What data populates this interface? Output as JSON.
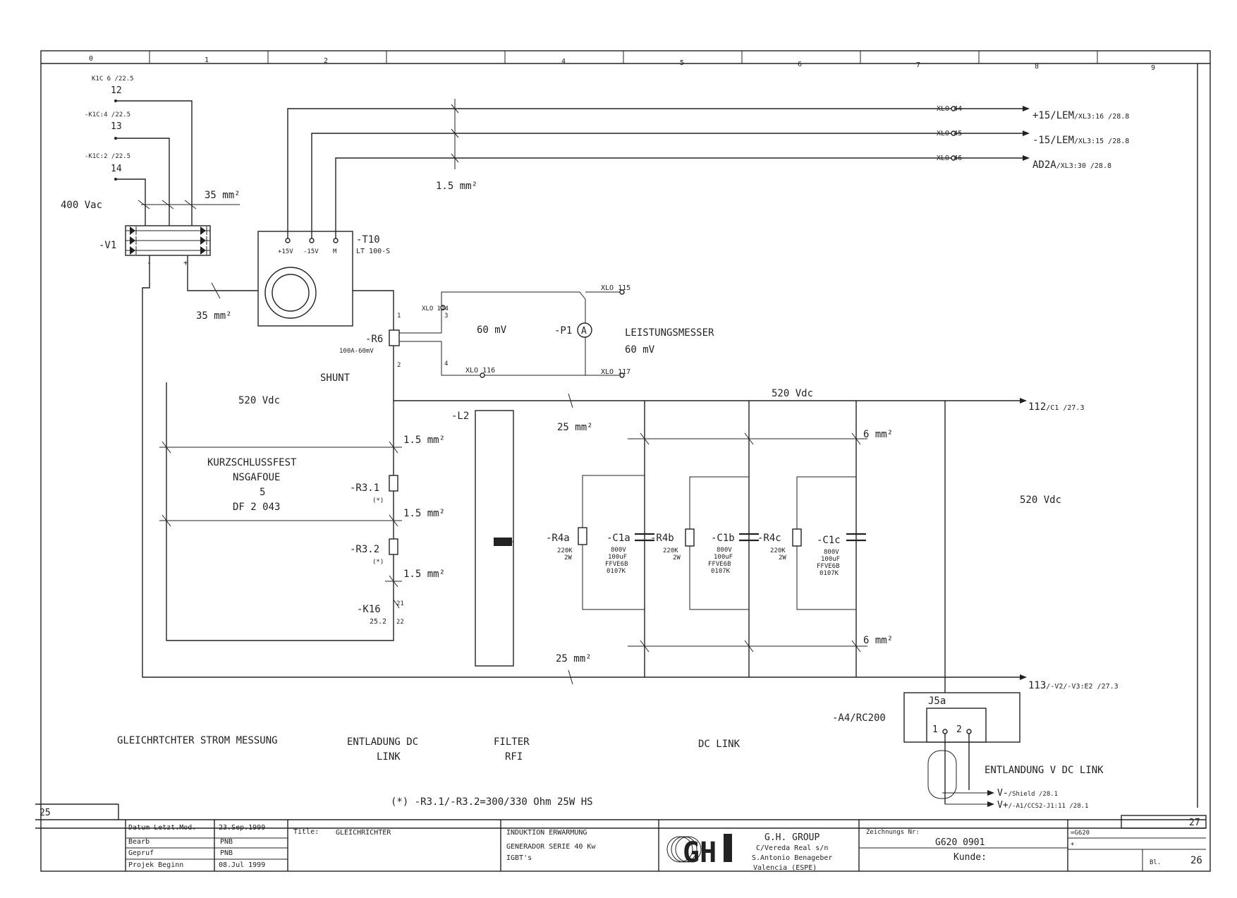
{
  "frame": {
    "columns": [
      "0",
      "1",
      "2",
      "",
      "4",
      "5",
      "6",
      "7",
      "8",
      "9"
    ],
    "row_top": "25",
    "row_bottom": "27",
    "sheet": "26",
    "bl_label": "Bl."
  },
  "inputs": {
    "k1": {
      "ref": "K1C 6 /22.5",
      "num": "12"
    },
    "k2": {
      "ref": "-K1C:4 /22.5",
      "num": "13"
    },
    "k3": {
      "ref": "-K1C:2 /22.5",
      "num": "14"
    },
    "supply": "400 Vac",
    "bridge": "-V1",
    "minus": "-",
    "plus": "+"
  },
  "lem": {
    "t10": "-T10",
    "t10_type": "LT 100-S",
    "pins": [
      "+15V",
      "-15V",
      "M"
    ],
    "size": "1.5 mm²",
    "outputs": [
      {
        "x": "XLO 44",
        "label": "+15/LEM",
        "ref": "/XL3:16 /28.8"
      },
      {
        "x": "XLO 45",
        "label": "-15/LEM",
        "ref": "/XL3:15 /28.8"
      },
      {
        "x": "XLO 46",
        "label": "AD2A",
        "ref": "/XL3:30 /28.8"
      }
    ]
  },
  "wire_sizes": {
    "a": "35 mm²",
    "b": "35 mm²",
    "c": "25 mm²",
    "d": "25 mm²",
    "e": "6 mm²",
    "f": "6 mm²",
    "g1": "1.5 mm²",
    "g2": "1.5 mm²",
    "g3": "1.5 mm²"
  },
  "shunt": {
    "r6": "-R6",
    "r6_value": "100A-60mV",
    "label": "SHUNT",
    "pin1": "1",
    "pin2": "2",
    "pin3": "3",
    "pin4": "4",
    "x114": "XLO 114",
    "x115": "XLO 115",
    "x116": "XLO 116",
    "x117": "XLO 117",
    "mv": "60 mV",
    "p1": "-P1",
    "meter_symbol": "A",
    "meter_name": "LEISTUNGSMESSER",
    "meter_mv": "60 mV"
  },
  "dc": {
    "v1": "520 Vdc",
    "v2": "520 Vdc",
    "v3": "520 Vdc",
    "out_top": "112",
    "out_top_ref": "/C1 /27.3",
    "out_bot": "113",
    "out_bot_ref": "/-V2/-V3:E2 /27.3"
  },
  "fuse_note": {
    "line1": "KURZSCHLUSSFEST",
    "line2": "NSGAFOUE",
    "line3": "5",
    "line4": "DF 2 043"
  },
  "resistors": {
    "r31": "-R3.1",
    "r32": "-R3.2",
    "star": "(*)",
    "k16": "-K16",
    "k16_ref": "25.2",
    "k16_p1": "21",
    "k16_p2": "22",
    "footnote": "(*) -R3.1/-R3.2=300/330 Ohm 25W HS"
  },
  "filter": {
    "l2": "-L2"
  },
  "caps": [
    {
      "r": "-R4a",
      "r_val": "220K",
      "r_w": "2W",
      "c": "-C1a",
      "c_v": "800V",
      "c_uf": "100uF",
      "c_type": "FFVE6B",
      "c_code": "0107K"
    },
    {
      "r": "-R4b",
      "r_val": "220K",
      "r_w": "2W",
      "c": "-C1b",
      "c_v": "800V",
      "c_uf": "100uF",
      "c_type": "FFVE6B",
      "c_code": "0107K"
    },
    {
      "r": "-R4c",
      "r_val": "220K",
      "r_w": "2W",
      "c": "-C1c",
      "c_v": "800V",
      "c_uf": "100uF",
      "c_type": "FFVE6B",
      "c_code": "0107K"
    }
  ],
  "connector": {
    "name": "J5a",
    "board": "-A4/RC200",
    "pin1": "1",
    "pin2": "2",
    "title": "ENTLANDUNG V DC LINK",
    "out1": "V-",
    "out1_ref": "/Shield /28.1",
    "out2": "V+",
    "out2_ref": "/-A1/CCS2-J1:11 /28.1"
  },
  "sections": {
    "s1": "GLEICHRTCHTER STROM MESSUNG",
    "s2a": "ENTLADUNG DC",
    "s2b": "LINK",
    "s3a": "FILTER",
    "s3b": "RFI",
    "s4": "DC LINK"
  },
  "title_block": {
    "datum_label": "Datum Letzt.Mod.",
    "datum": "23.Sep.1999",
    "bearb_label": "Bearb",
    "bearb": "PNB",
    "gepruf_label": "Gepruf",
    "gepruf": "PNB",
    "projek_label": "Projek Beginn",
    "projek": "08.Jul 1999",
    "title_label": "Title:",
    "title": "GLEICHRICHTER",
    "desc1": "INDUKTION ERWARMUNG",
    "desc2": "GENERADOR SERIE 40 Kw",
    "desc3": "IGBT's",
    "logo": "GH",
    "logo_group": "GROUP",
    "company": "G.H. GROUP",
    "addr1": "C/Vereda Real s/n",
    "addr2": "S.Antonio Benageber",
    "addr3": "Valencia (ESPE)",
    "drawing_label": "Zeichnungs Nr:",
    "drawing_no": "G620 0901",
    "ref": "=G620",
    "plus": "+",
    "kunde_label": "Kunde:"
  }
}
